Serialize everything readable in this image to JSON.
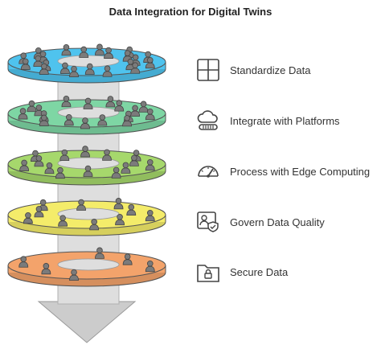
{
  "title": "Data Integration for Digital Twins",
  "colors": {
    "disk_blue": "#4fc3ee",
    "disk_green": "#7ed6a4",
    "disk_lime": "#a6d86c",
    "disk_yellow": "#f4ec6a",
    "disk_orange": "#f3a36b",
    "core": "#dedede",
    "arrow": "#cccccc",
    "person": "#7b7b7b"
  },
  "legend": [
    {
      "label": "Standardize Data",
      "icon": "grid-icon"
    },
    {
      "label": "Integrate with Platforms",
      "icon": "cloud-storage-icon"
    },
    {
      "label": "Process with Edge Computing",
      "icon": "speedometer-icon"
    },
    {
      "label": "Govern Data Quality",
      "icon": "user-shield-icon"
    },
    {
      "label": "Secure Data",
      "icon": "folder-lock-icon"
    }
  ]
}
